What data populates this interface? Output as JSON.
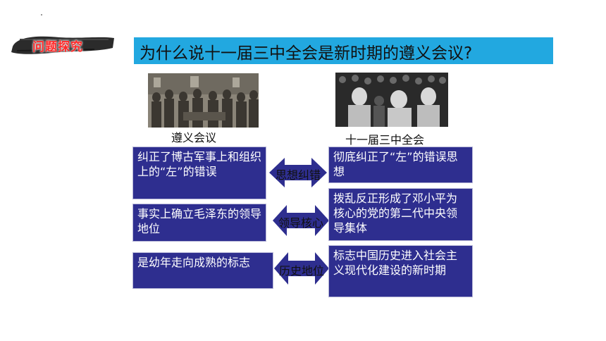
{
  "banner": {
    "label": "问题探究"
  },
  "title": "为什么说十一届三中全会是新时期的遵义会议?",
  "photos": [
    {
      "caption": "遵义会议"
    },
    {
      "caption": "十一届三中全会"
    }
  ],
  "rows": [
    {
      "left": "纠正了博古军事上和组织上的“左”的错误",
      "connector": "思想纠错",
      "right": "彻底纠正了“左”的错误思想"
    },
    {
      "left": "事实上确立毛泽东的领导地位",
      "connector": "领导核心",
      "right": "拨乱反正形成了邓小平为核心的党的第二代中央领导集体"
    },
    {
      "left": "是幼年走向成熟的标志",
      "connector": "历史地位",
      "right": "标志中国历史进入社会主义现代化建设的新时期"
    }
  ],
  "colors": {
    "box_fill": "#2e2e8f",
    "title_bar": "#22a8e0",
    "banner_text": "#ff2a2a",
    "arrow_fill": "#2e2e8f"
  }
}
